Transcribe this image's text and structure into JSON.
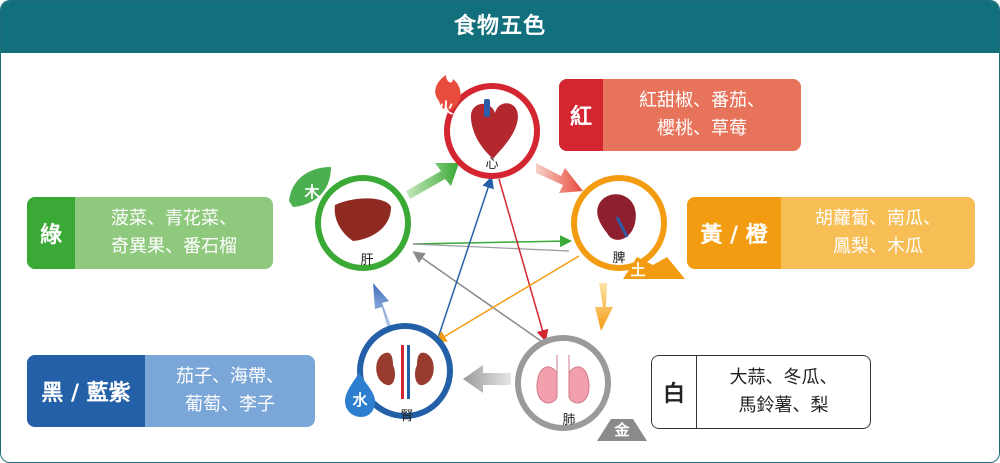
{
  "title": "食物五色",
  "nodes": {
    "heart": {
      "organ": "心",
      "element": "火"
    },
    "spleen": {
      "organ": "脾",
      "element": "土"
    },
    "lung": {
      "organ": "肺",
      "element": "金"
    },
    "kidney": {
      "organ": "腎",
      "element": "水"
    },
    "liver": {
      "organ": "肝",
      "element": "木"
    }
  },
  "boxes": {
    "red": {
      "label": "紅",
      "foods": "紅甜椒、番茄、\n櫻桃、草莓"
    },
    "yellow": {
      "label": "黃 / 橙",
      "foods": "胡蘿蔔、南瓜、\n鳳梨、木瓜"
    },
    "white": {
      "label": "白",
      "foods": "大蒜、冬瓜、\n馬鈴薯、梨"
    },
    "black": {
      "label": "黑 / 藍紫",
      "foods": "茄子、海帶、\n葡萄、李子"
    },
    "green": {
      "label": "綠",
      "foods": "菠菜、青花菜、\n奇異果、番石榴"
    }
  },
  "colors": {
    "header": "#126f7c",
    "red": "#d32630",
    "red_light": "#e8735b",
    "yellow": "#f39c12",
    "yellow_light": "#f6be54",
    "green": "#3aa935",
    "green_light": "#8fc97d",
    "blue": "#2460a7",
    "blue_light": "#7aa6d8",
    "gray": "#9a9a9a"
  }
}
